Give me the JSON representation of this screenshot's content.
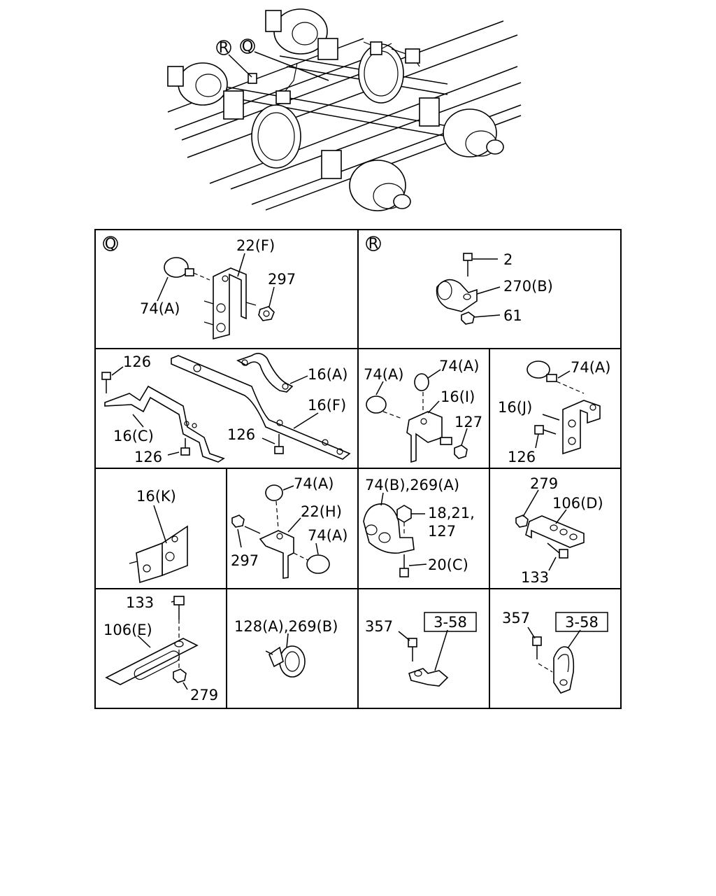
{
  "overview": {
    "callout_r": "R",
    "callout_q": "Q"
  },
  "panels": {
    "q": {
      "marker": "Q",
      "labels": [
        "22(F)",
        "297",
        "74(A)"
      ]
    },
    "r": {
      "marker": "R",
      "labels": [
        "2",
        "270(B)",
        "61"
      ]
    },
    "p16cf": {
      "labels": [
        "126",
        "16(A)",
        "16(F)",
        "16(C)",
        "126",
        "126"
      ]
    },
    "p16i": {
      "labels": [
        "74(A)",
        "74(A)",
        "16(I)",
        "127"
      ]
    },
    "p16j": {
      "labels": [
        "74(A)",
        "16(J)",
        "126"
      ]
    },
    "p16k": {
      "labels": [
        "16(K)"
      ]
    },
    "p22h": {
      "labels": [
        "74(A)",
        "22(H)",
        "74(A)",
        "297"
      ]
    },
    "p74b": {
      "labels": [
        "74(B),269(A)",
        "18,21,",
        "127",
        "20(C)"
      ]
    },
    "p106d": {
      "labels": [
        "279",
        "106(D)",
        "133"
      ]
    },
    "p106e": {
      "labels": [
        "133",
        "106(E)",
        "279"
      ]
    },
    "p128": {
      "labels": [
        "128(A),269(B)"
      ]
    },
    "p357a": {
      "labels": [
        "357",
        "3-58"
      ]
    },
    "p357b": {
      "labels": [
        "357",
        "3-58"
      ]
    }
  }
}
